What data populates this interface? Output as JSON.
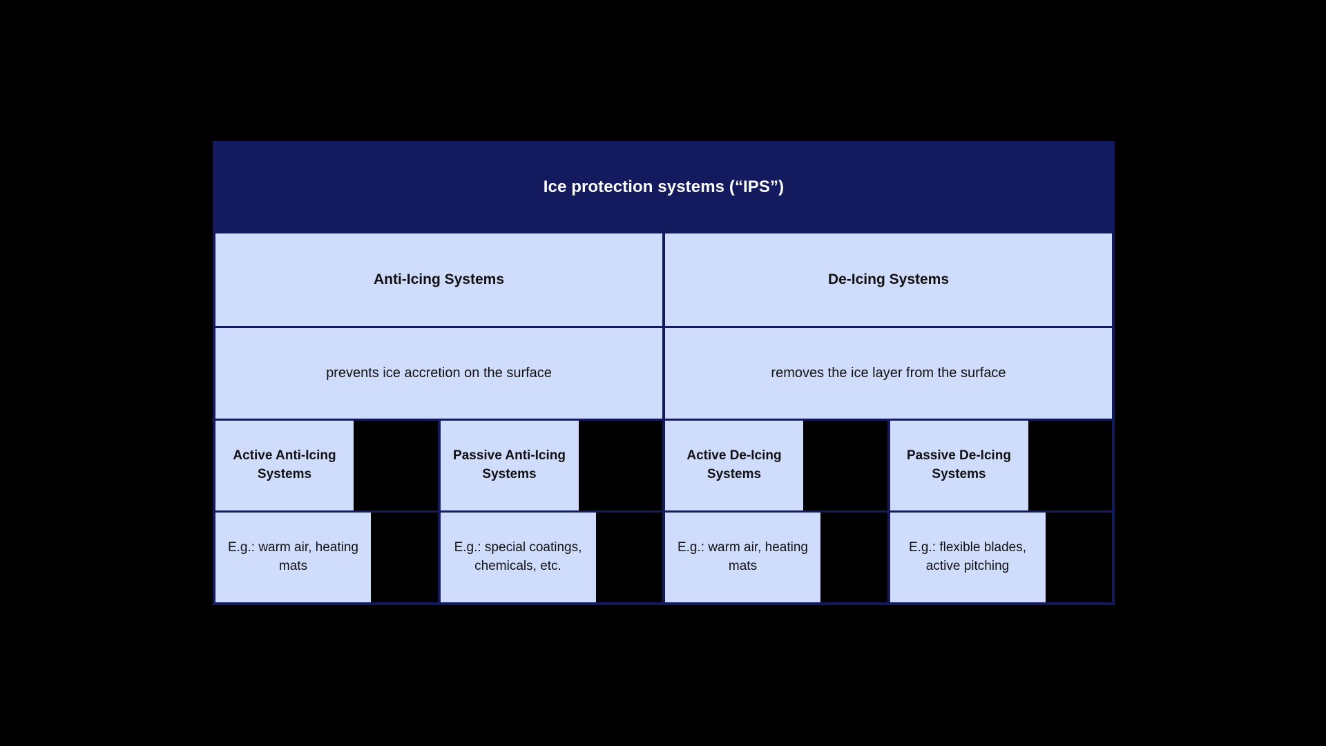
{
  "diagram": {
    "title": "Ice protection systems (“IPS”)",
    "colors": {
      "header_bg": "#141a5e",
      "header_text": "#ffffff",
      "cell_bg": "#cfdcfb",
      "border": "#141a5e",
      "cell_text": "#111111",
      "page_bg": "#000000"
    },
    "categories": [
      {
        "name": "Anti-Icing Systems",
        "description": "prevents ice accretion on the surface",
        "subcategories": [
          {
            "name": "Active Anti-Icing Systems",
            "examples": "E.g.: warm air, heating mats"
          },
          {
            "name": "Passive Anti-Icing Systems",
            "examples": "E.g.: special coatings, chemicals, etc."
          }
        ]
      },
      {
        "name": "De-Icing Systems",
        "description": "removes the ice layer from the surface",
        "subcategories": [
          {
            "name": "Active De-Icing Systems",
            "examples": "E.g.: warm air, heating mats"
          },
          {
            "name": "Passive De-Icing Systems",
            "examples": "E.g.: flexible blades, active pitching"
          }
        ]
      }
    ]
  }
}
